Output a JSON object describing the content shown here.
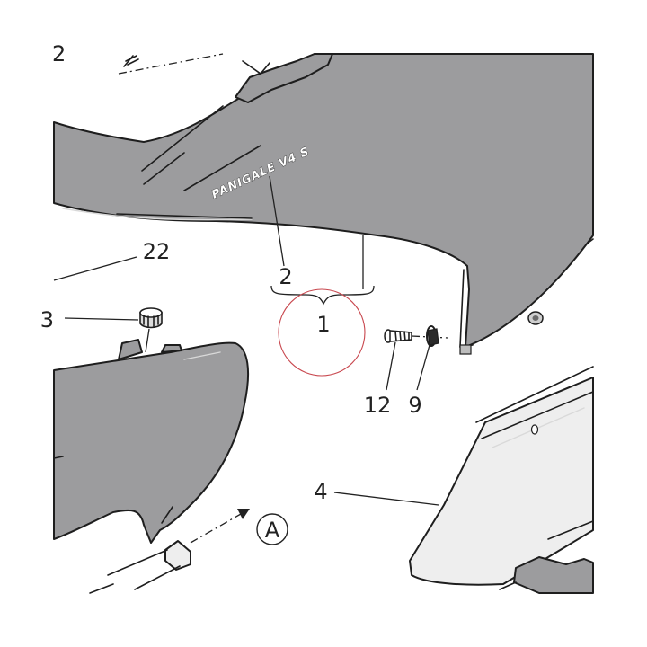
{
  "callouts": {
    "group_top": "2",
    "group_top_left": "2",
    "group": "1",
    "left_top": "22",
    "left_cap": "3",
    "screw": "12",
    "washer": "9",
    "panel": "4",
    "view_ref": "A"
  },
  "decal_text": "PANIGALE V4 S",
  "colors": {
    "part_fill": "#9c9c9e",
    "panel_fill": "#eeeeee",
    "highlight_circle": "#c8474e"
  }
}
